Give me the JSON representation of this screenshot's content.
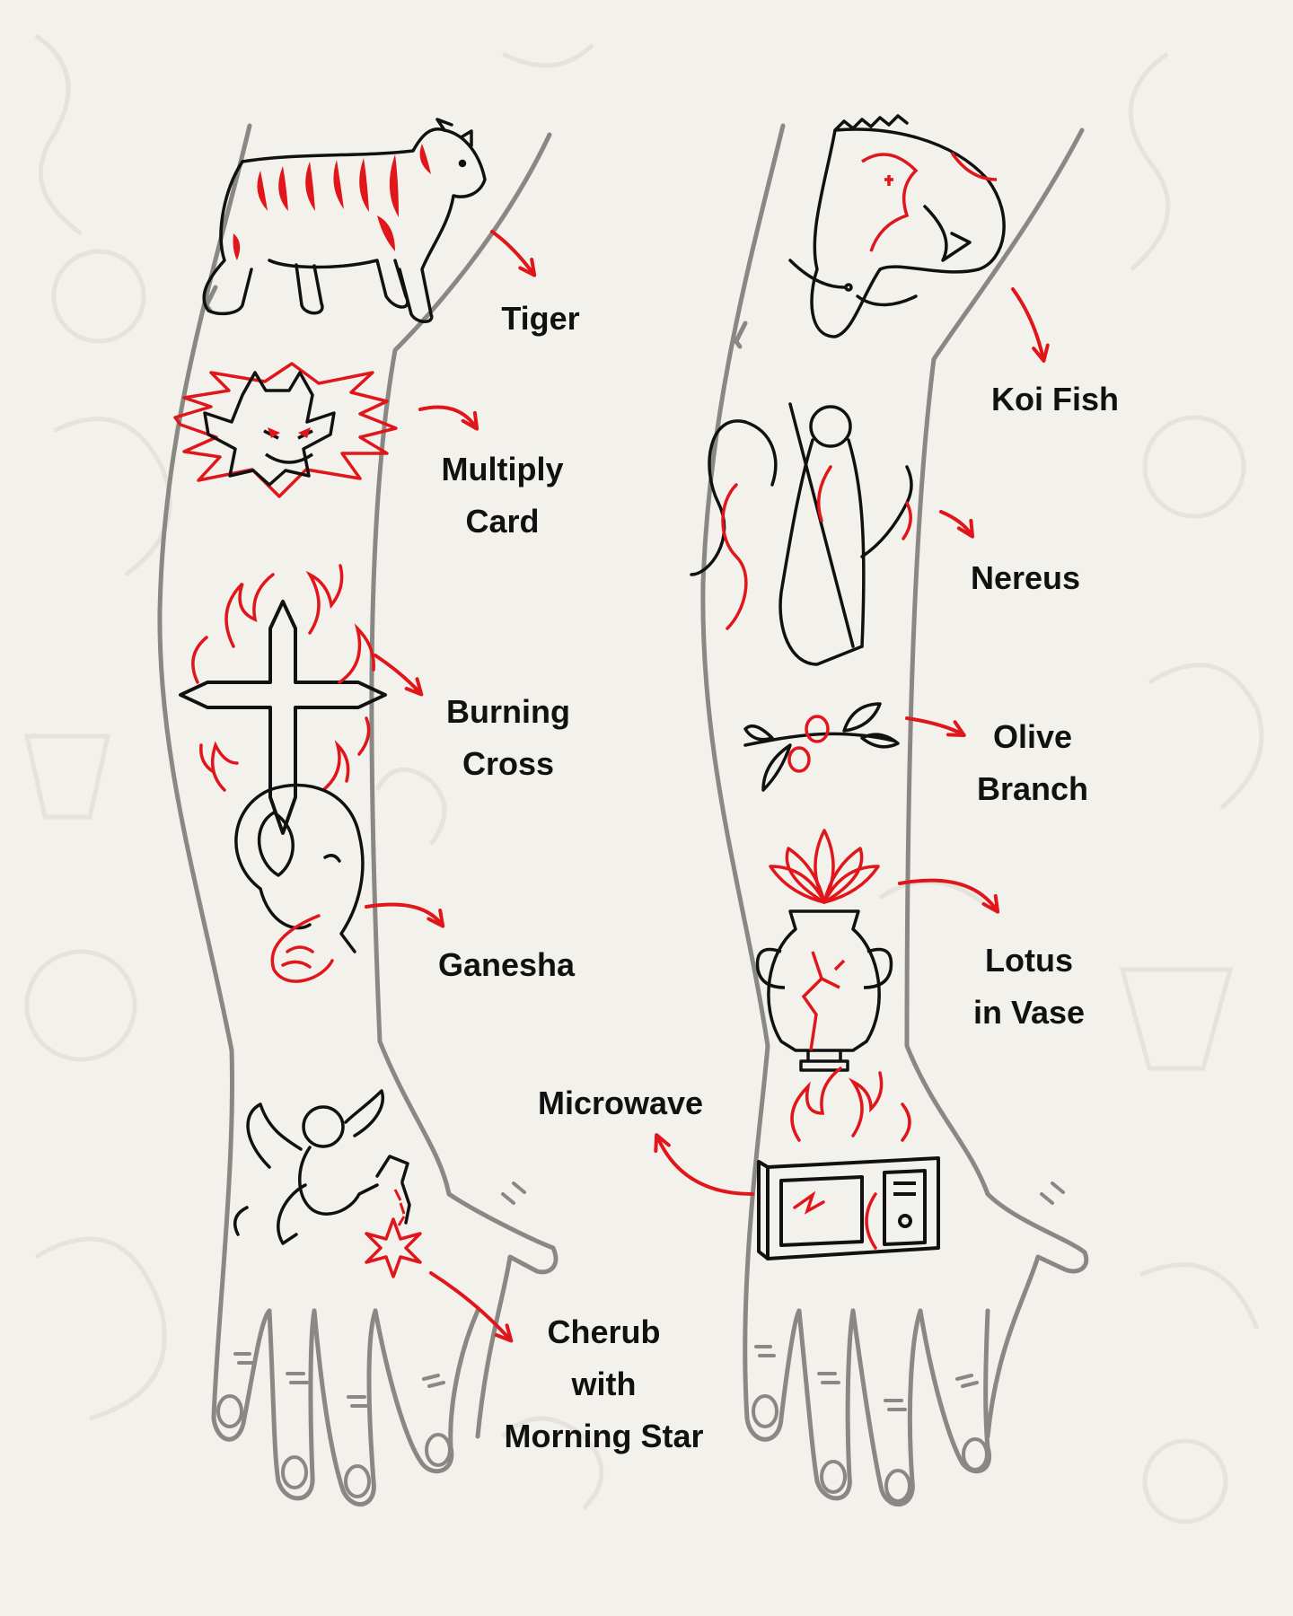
{
  "colors": {
    "background": "#f3f1ec",
    "outline": "#8a8885",
    "ink": "#111111",
    "accent": "#e0161b",
    "watermark": "#e6e3dd"
  },
  "tattoos": [
    {
      "id": "tiger",
      "icon": "tiger-icon",
      "lines": [
        "Tiger"
      ]
    },
    {
      "id": "multiply-card",
      "icon": "multiply-card-icon",
      "lines": [
        "Multiply",
        "Card"
      ]
    },
    {
      "id": "burning-cross",
      "icon": "burning-cross-icon",
      "lines": [
        "Burning",
        "Cross"
      ]
    },
    {
      "id": "ganesha",
      "icon": "ganesha-icon",
      "lines": [
        "Ganesha"
      ]
    },
    {
      "id": "cherub",
      "icon": "cherub-icon",
      "lines": [
        "Cherub",
        "with",
        "Morning Star"
      ]
    },
    {
      "id": "koi-fish",
      "icon": "koi-fish-icon",
      "lines": [
        "Koi Fish"
      ]
    },
    {
      "id": "nereus",
      "icon": "nereus-icon",
      "lines": [
        "Nereus"
      ]
    },
    {
      "id": "olive-branch",
      "icon": "olive-branch-icon",
      "lines": [
        "Olive",
        "Branch"
      ]
    },
    {
      "id": "lotus-vase",
      "icon": "lotus-vase-icon",
      "lines": [
        "Lotus",
        "in Vase"
      ]
    },
    {
      "id": "microwave",
      "icon": "microwave-icon",
      "lines": [
        "Microwave"
      ]
    }
  ]
}
